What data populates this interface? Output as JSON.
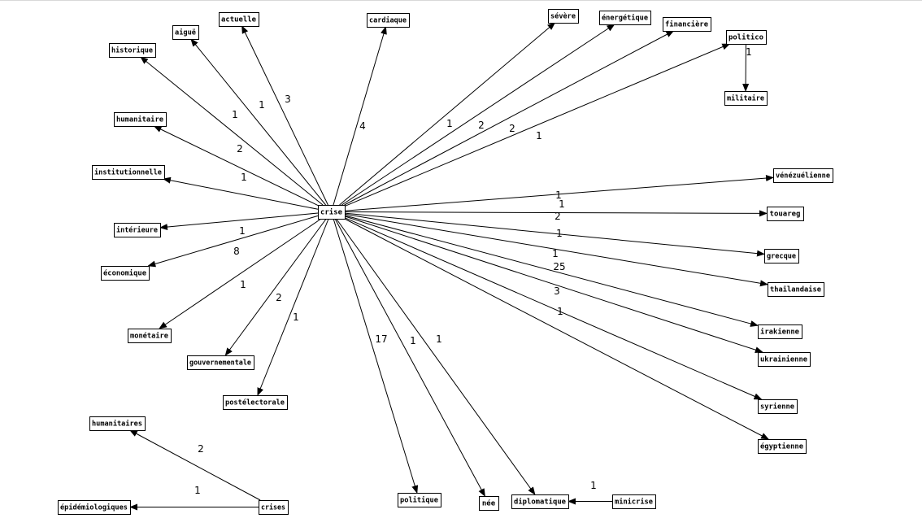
{
  "nodes": {
    "crise": "crise",
    "actuelle": "actuelle",
    "cardiaque": "cardiaque",
    "aigue": "aiguë",
    "historique": "historique",
    "humanitaire": "humanitaire",
    "institutionnelle": "institutionnelle",
    "interieure": "intérieure",
    "economique": "économique",
    "monetaire": "monétaire",
    "gouvernementale": "gouvernementale",
    "postelectorale": "postélectorale",
    "severe": "sévère",
    "energetique": "énergétique",
    "financiere": "financière",
    "politico": "politico",
    "militaire": "militaire",
    "venezuelienne": "vénézuélienne",
    "touareg": "touareg",
    "grecque": "grecque",
    "thailandaise": "thaïlandaise",
    "irakienne": "irakienne",
    "ukrainienne": "ukrainienne",
    "syrienne": "syrienne",
    "egyptienne": "égyptienne",
    "politique": "politique",
    "nee": "née",
    "diplomatique": "diplomatique",
    "minicrise": "minicrise",
    "humanitaires": "humanitaires",
    "crises": "crises",
    "epidemiologiques": "épidémiologiques"
  },
  "edges": [
    {
      "from": "crise",
      "to": "actuelle",
      "label": "3"
    },
    {
      "from": "crise",
      "to": "aigue",
      "label": "1"
    },
    {
      "from": "crise",
      "to": "historique",
      "label": "1"
    },
    {
      "from": "crise",
      "to": "humanitaire",
      "label": "2"
    },
    {
      "from": "crise",
      "to": "institutionnelle",
      "label": "1"
    },
    {
      "from": "crise",
      "to": "interieure",
      "label": "1"
    },
    {
      "from": "crise",
      "to": "economique",
      "label": "8"
    },
    {
      "from": "crise",
      "to": "monetaire",
      "label": "1"
    },
    {
      "from": "crise",
      "to": "gouvernementale",
      "label": "2"
    },
    {
      "from": "crise",
      "to": "postelectorale",
      "label": "1"
    },
    {
      "from": "crise",
      "to": "cardiaque",
      "label": "4"
    },
    {
      "from": "crise",
      "to": "severe",
      "label": "1"
    },
    {
      "from": "crise",
      "to": "energetique",
      "label": "2"
    },
    {
      "from": "crise",
      "to": "financiere",
      "label": "2"
    },
    {
      "from": "crise",
      "to": "politico",
      "label": "1"
    },
    {
      "from": "politico",
      "to": "militaire",
      "label": "1"
    },
    {
      "from": "crise",
      "to": "venezuelienne",
      "label": "1"
    },
    {
      "from": "crise",
      "to": "touareg",
      "label": "1"
    },
    {
      "from": "crise",
      "to": "grecque",
      "label": "2"
    },
    {
      "from": "crise",
      "to": "thailandaise",
      "label": "1"
    },
    {
      "from": "crise",
      "to": "irakienne",
      "label": "1"
    },
    {
      "from": "crise",
      "to": "ukrainienne",
      "label": "25"
    },
    {
      "from": "crise",
      "to": "syrienne",
      "label": "3"
    },
    {
      "from": "crise",
      "to": "egyptienne",
      "label": "1"
    },
    {
      "from": "crise",
      "to": "politique",
      "label": "17"
    },
    {
      "from": "crise",
      "to": "nee",
      "label": "1"
    },
    {
      "from": "crise",
      "to": "diplomatique",
      "label": "1"
    },
    {
      "from": "minicrise",
      "to": "diplomatique",
      "label": "1"
    },
    {
      "from": "crises",
      "to": "humanitaires",
      "label": "2"
    },
    {
      "from": "crises",
      "to": "epidemiologiques",
      "label": "1"
    }
  ]
}
